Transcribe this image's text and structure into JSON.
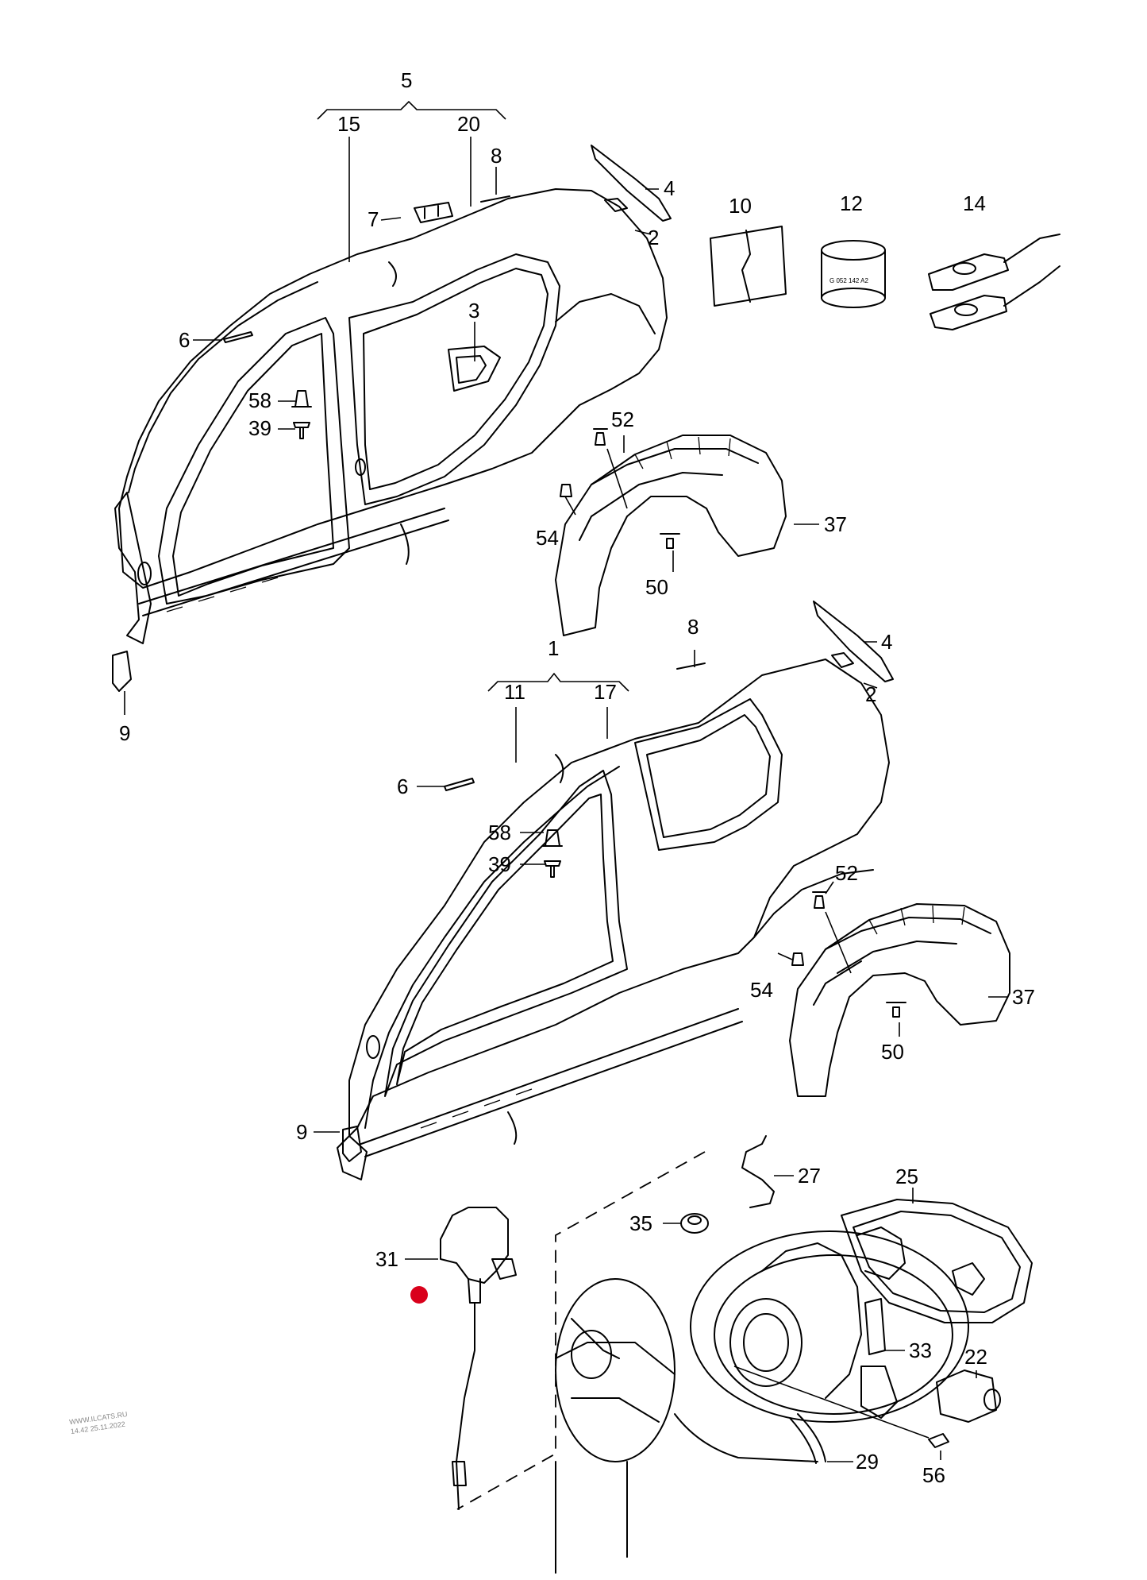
{
  "callouts": [
    {
      "id": "c5",
      "text": "5"
    },
    {
      "id": "c15",
      "text": "15"
    },
    {
      "id": "c20",
      "text": "20"
    },
    {
      "id": "c8a",
      "text": "8"
    },
    {
      "id": "c4a",
      "text": "4"
    },
    {
      "id": "c7",
      "text": "7"
    },
    {
      "id": "c2a",
      "text": "2"
    },
    {
      "id": "c10",
      "text": "10"
    },
    {
      "id": "c12",
      "text": "12"
    },
    {
      "id": "c14",
      "text": "14"
    },
    {
      "id": "c6a",
      "text": "6"
    },
    {
      "id": "c3",
      "text": "3"
    },
    {
      "id": "c58a",
      "text": "58"
    },
    {
      "id": "c39a",
      "text": "39"
    },
    {
      "id": "c52a",
      "text": "52"
    },
    {
      "id": "c37a",
      "text": "37"
    },
    {
      "id": "c54a",
      "text": "54"
    },
    {
      "id": "c50a",
      "text": "50"
    },
    {
      "id": "c9a",
      "text": "9"
    },
    {
      "id": "c8b",
      "text": "8"
    },
    {
      "id": "c4b",
      "text": "4"
    },
    {
      "id": "c1",
      "text": "1"
    },
    {
      "id": "c11",
      "text": "11"
    },
    {
      "id": "c17",
      "text": "17"
    },
    {
      "id": "c2b",
      "text": "2"
    },
    {
      "id": "c6b",
      "text": "6"
    },
    {
      "id": "c58b",
      "text": "58"
    },
    {
      "id": "c39b",
      "text": "39"
    },
    {
      "id": "c52b",
      "text": "52"
    },
    {
      "id": "c54b",
      "text": "54"
    },
    {
      "id": "c37b",
      "text": "37"
    },
    {
      "id": "c50b",
      "text": "50"
    },
    {
      "id": "c9b",
      "text": "9"
    },
    {
      "id": "c27",
      "text": "27"
    },
    {
      "id": "c25",
      "text": "25"
    },
    {
      "id": "c35",
      "text": "35"
    },
    {
      "id": "c31",
      "text": "31"
    },
    {
      "id": "c33",
      "text": "33"
    },
    {
      "id": "c22",
      "text": "22"
    },
    {
      "id": "c29",
      "text": "29"
    },
    {
      "id": "c56",
      "text": "56"
    }
  ],
  "sticker_text": "G 052 142 A2",
  "watermark": {
    "line1": "WWW.ILCATS.RU",
    "line2": "14.42 25.11.2022"
  },
  "colors": {
    "line": "#000000",
    "marker": "#d9001b",
    "background": "#ffffff"
  },
  "marker_icon": "red-dot-marker"
}
